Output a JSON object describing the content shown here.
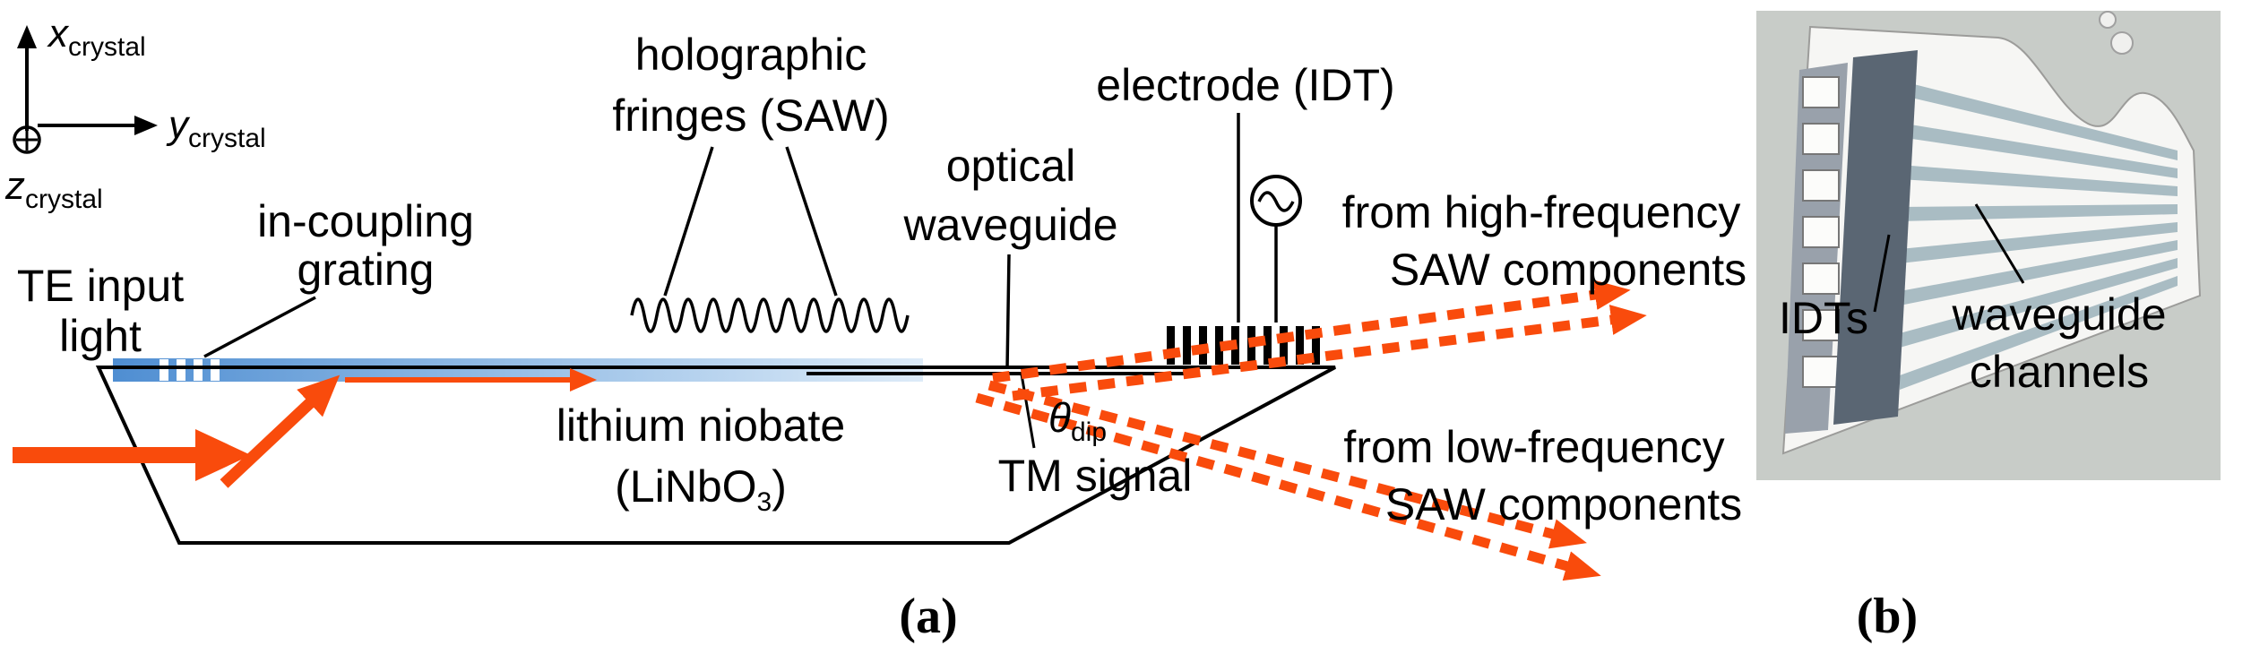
{
  "colors": {
    "arrow_orange": "#f94b0c",
    "waveguide_blue_left": "#4f8ed2",
    "waveguide_blue_right": "#ddebf8",
    "panel_b_background": "#c8ccc8",
    "waveguide_channel_stripe": "#a9bcc3",
    "idt_block_dark": "#5a6673"
  },
  "panel_a": {
    "axis_x": "x",
    "axis_y": "y",
    "axis_z": "z",
    "axis_sub": "crystal",
    "te_input_line1": "TE input",
    "te_input_line2": "light",
    "incoupling_line1": "in-coupling",
    "incoupling_line2": "grating",
    "fringes_line1": "holographic",
    "fringes_line2": "fringes (SAW)",
    "optical_line1": "optical",
    "optical_line2": "waveguide",
    "electrode": "electrode (IDT)",
    "substrate_line1": "lithium niobate",
    "substrate_pre": "(LiNbO",
    "substrate_sub": "3",
    "substrate_post": ")",
    "theta": "θ",
    "theta_sub": "dip",
    "tm_signal": "TM signal",
    "highfreq_line1": "from high-frequency",
    "highfreq_line2": "SAW components",
    "lowfreq_line1": "from low-frequency",
    "lowfreq_line2": "SAW components",
    "caption": "(a)"
  },
  "panel_b": {
    "idts": "IDTs",
    "channels_line1": "waveguide",
    "channels_line2": "channels",
    "caption": "(b)"
  }
}
